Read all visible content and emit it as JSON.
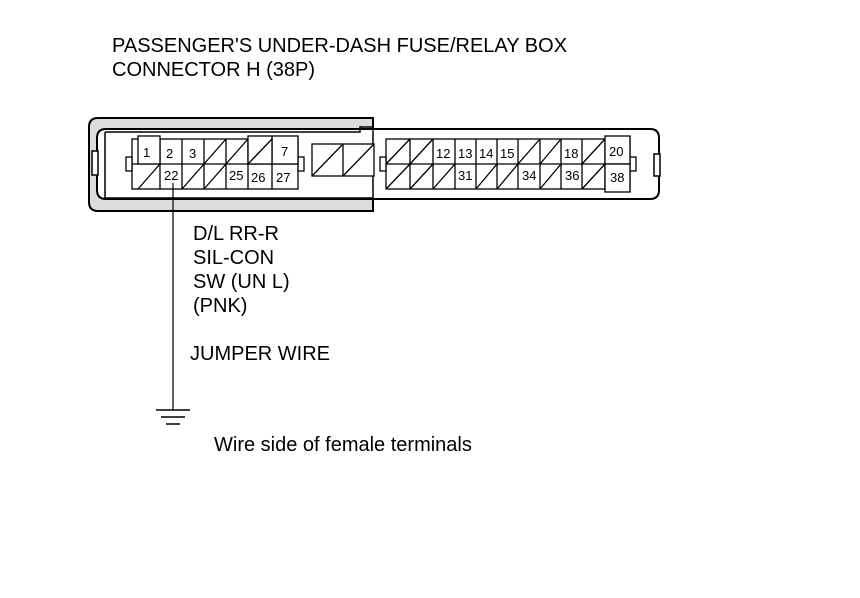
{
  "title": {
    "line1": "PASSENGER'S UNDER-DASH FUSE/RELAY BOX",
    "line2": "CONNECTOR H (38P)"
  },
  "connector": {
    "left_top_pins": [
      "1",
      "2",
      "3",
      "7"
    ],
    "left_bottom_pins": [
      "22",
      "25",
      "26",
      "27"
    ],
    "right_top_pins": [
      "12",
      "13",
      "14",
      "15",
      "18",
      "20"
    ],
    "right_bottom_pins": [
      "31",
      "34",
      "36",
      "38"
    ]
  },
  "wire": {
    "line1": "D/L RR-R",
    "line2": "SIL-CON",
    "line3": "SW (UN L)",
    "line4": "(PNK)"
  },
  "jumper_label": "JUMPER WIRE",
  "caption": "Wire side of female terminals"
}
